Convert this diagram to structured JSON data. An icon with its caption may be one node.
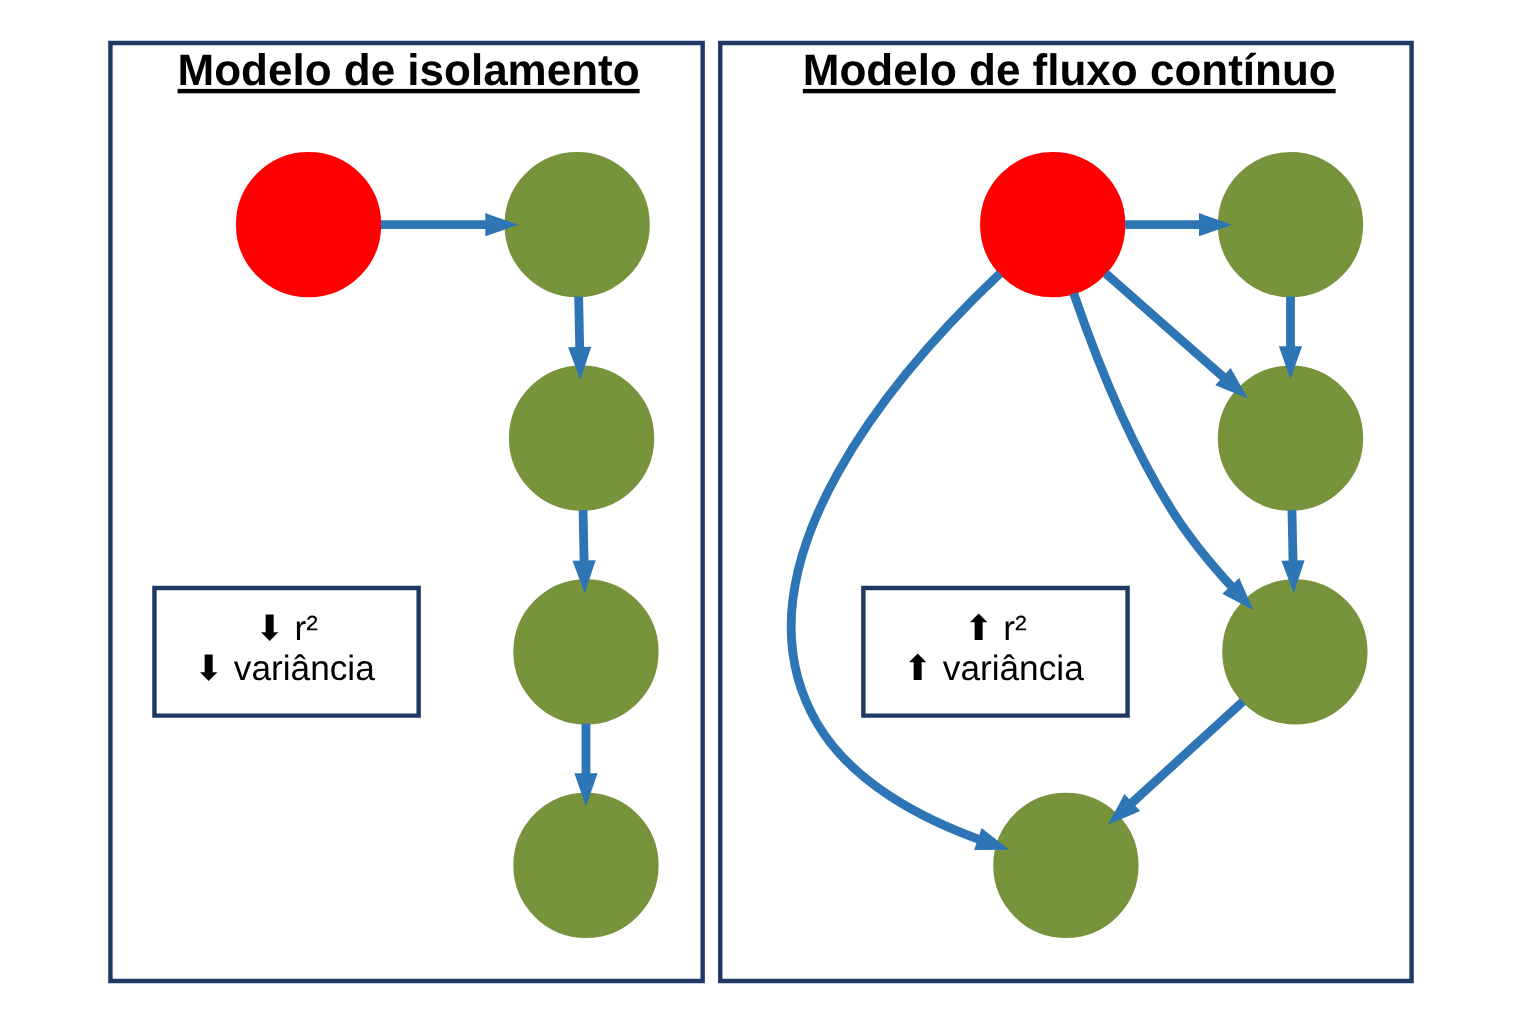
{
  "diagram": {
    "nodes": [
      {
        "text": [
          "Modelo de isolamento"
        ]
      },
      {
        "text": [],
        "shape": "circle",
        "in": 0
      },
      {
        "text": [],
        "shape": "circle",
        "in": 0
      },
      {
        "text": [],
        "shape": "circle",
        "in": 0
      },
      {
        "text": [],
        "shape": "circle",
        "in": 0
      },
      {
        "text": [],
        "shape": "circle",
        "in": 0
      },
      {
        "text": [
          "⬇ r²",
          "⬇ variância"
        ],
        "in": 0
      },
      {
        "text": [
          "Modelo de fluxo contínuo"
        ]
      },
      {
        "text": [],
        "shape": "circle",
        "in": 7
      },
      {
        "text": [],
        "shape": "circle",
        "in": 7
      },
      {
        "text": [],
        "shape": "circle",
        "in": 7
      },
      {
        "text": [],
        "shape": "circle",
        "in": 7
      },
      {
        "text": [],
        "shape": "circle",
        "in": 7
      },
      {
        "text": [
          "⬆ r²",
          "⬆ variância"
        ],
        "in": 7
      }
    ],
    "edges": [
      {
        "from": 1,
        "to": 2,
        "arrow": "to"
      },
      {
        "from": 2,
        "to": 3,
        "arrow": "to"
      },
      {
        "from": 3,
        "to": 4,
        "arrow": "to"
      },
      {
        "from": 4,
        "to": 5,
        "arrow": "to"
      },
      {
        "from": 8,
        "to": 9,
        "arrow": "to"
      },
      {
        "from": 9,
        "to": 10,
        "arrow": "to"
      },
      {
        "from": 10,
        "to": 11,
        "arrow": "to"
      },
      {
        "from": 11,
        "to": 12,
        "arrow": "to"
      },
      {
        "from": 8,
        "to": 10,
        "arrow": "to"
      },
      {
        "from": 8,
        "to": 11,
        "arrow": "to"
      },
      {
        "from": 8,
        "to": 12,
        "arrow": "to"
      }
    ]
  }
}
